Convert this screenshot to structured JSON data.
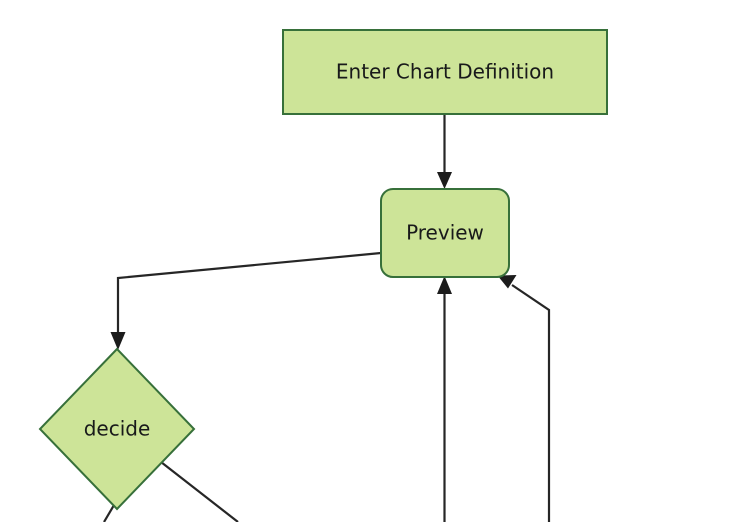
{
  "diagram": {
    "type": "flowchart",
    "direction": "top-down",
    "background_color": "#ffffff",
    "node_fill_color": "#cde498",
    "node_stroke_color": "#37703a",
    "edge_color": "#262626",
    "label_color": "#18191a",
    "nodes": [
      {
        "id": "enter-chart-definition",
        "label": "Enter Chart Definition",
        "shape": "rectangle"
      },
      {
        "id": "preview",
        "label": "Preview",
        "shape": "rounded-rectangle"
      },
      {
        "id": "decide",
        "label": "decide",
        "shape": "diamond"
      }
    ],
    "edges": [
      {
        "id": "edge-enter-to-preview",
        "from": "enter-chart-definition",
        "to": "preview",
        "label": ""
      },
      {
        "id": "edge-preview-to-decide",
        "from": "preview",
        "to": "decide",
        "label": ""
      },
      {
        "id": "edge-decide-branch-left",
        "from": "decide",
        "to": "",
        "label": ""
      },
      {
        "id": "edge-decide-branch-right",
        "from": "decide",
        "to": "",
        "label": ""
      },
      {
        "id": "edge-return-center-to-preview",
        "from": "",
        "to": "preview",
        "label": ""
      },
      {
        "id": "edge-return-right-to-preview",
        "from": "",
        "to": "preview",
        "label": ""
      }
    ]
  }
}
